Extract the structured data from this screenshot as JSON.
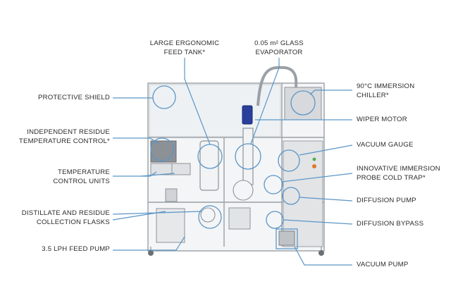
{
  "labels": {
    "feed_tank": [
      "LARGE ERGONOMIC",
      "FEED TANK*"
    ],
    "evaporator": [
      "0.05 m² GLASS",
      "EVAPORATOR"
    ],
    "protective_shield": [
      "PROTECTIVE SHIELD"
    ],
    "residue_temp_control": [
      "INDEPENDENT RESIDUE",
      "TEMPERATURE CONTROL*"
    ],
    "temp_control_units": [
      "TEMPERATURE",
      "CONTROL UNITS"
    ],
    "collection_flasks": [
      "DISTILLATE AND RESIDUE",
      "COLLECTION FLASKS"
    ],
    "feed_pump": [
      "3.5 LPH FEED PUMP"
    ],
    "chiller": [
      "90°C IMMERSION",
      "CHILLER*"
    ],
    "wiper_motor": [
      "WIPER MOTOR"
    ],
    "vacuum_gauge": [
      "VACUUM GAUGE"
    ],
    "cold_trap": [
      "INNOVATIVE IMMERSION",
      "PROBE COLD TRAP*"
    ],
    "diffusion_pump": [
      "DIFFUSION PUMP"
    ],
    "diffusion_bypass": [
      "DIFFUSION BYPASS"
    ],
    "vacuum_pump": [
      "VACUUM PUMP"
    ]
  },
  "colors": {
    "leader": "#5a96c8",
    "text": "#2b2b2b",
    "frame": "#9aa0a6",
    "panel": "#e9eaec",
    "motor": "#2a3f9c",
    "indicator_orange": "#e07a2a",
    "indicator_green": "#4caf50"
  }
}
